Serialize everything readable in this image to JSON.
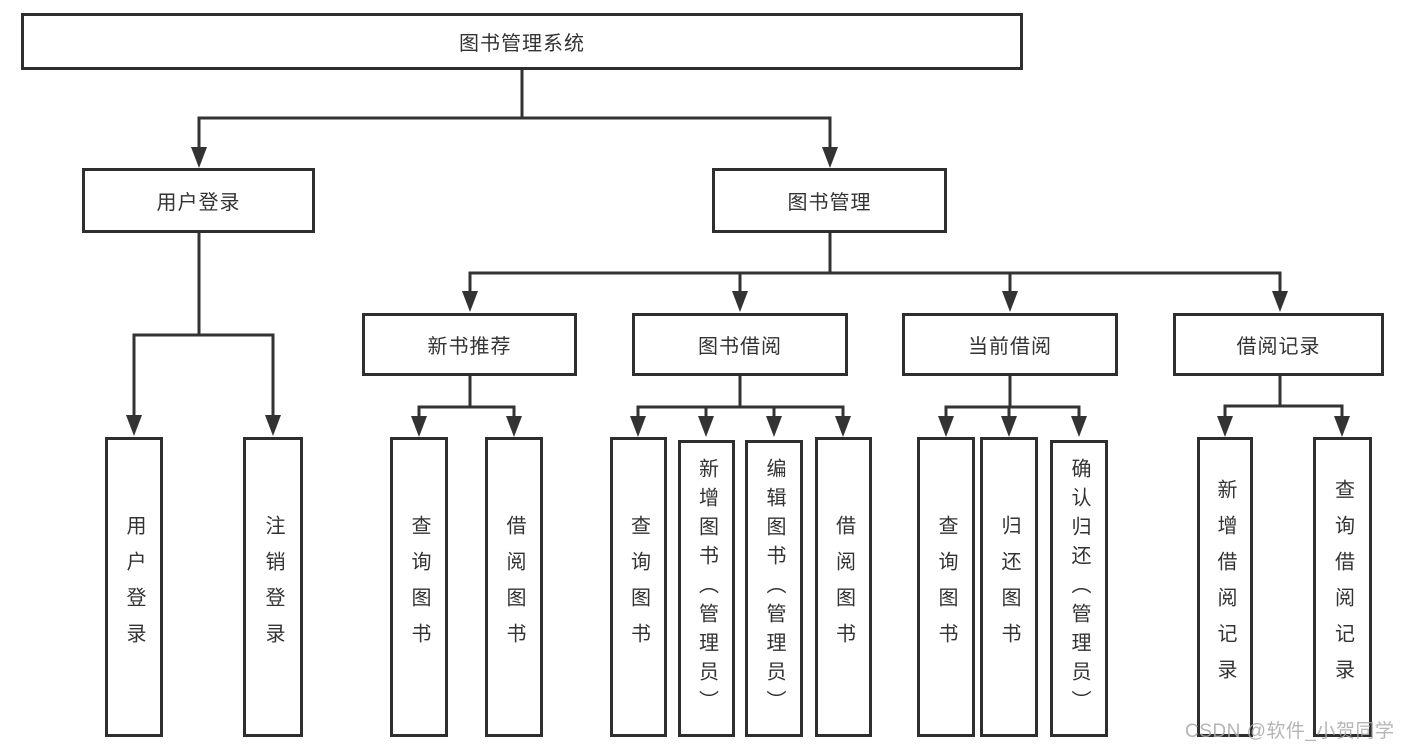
{
  "diagram": {
    "root": "图书管理系统",
    "level2": [
      "用户登录",
      "图书管理"
    ],
    "level3": [
      "新书推荐",
      "图书借阅",
      "当前借阅",
      "借阅记录"
    ],
    "leaves": {
      "user_login": [
        "用户登录",
        "注销登录"
      ],
      "new_book": [
        "查询图书",
        "借阅图书"
      ],
      "book_borrow": [
        "查询图书",
        "新增图书（管理员）",
        "编辑图书（管理员）",
        "借阅图书"
      ],
      "current_borrow": [
        "查询图书",
        "归还图书",
        "确认归还（管理员）"
      ],
      "borrow_record": [
        "新增借阅记录",
        "查询借阅记录"
      ]
    },
    "watermark": "CSDN @软件_小贺同学",
    "colors": {
      "line": "#333333",
      "box_border": "#2e2e2e",
      "text": "#333333",
      "watermark": "#a8a8a8",
      "background": "#ffffff"
    }
  }
}
